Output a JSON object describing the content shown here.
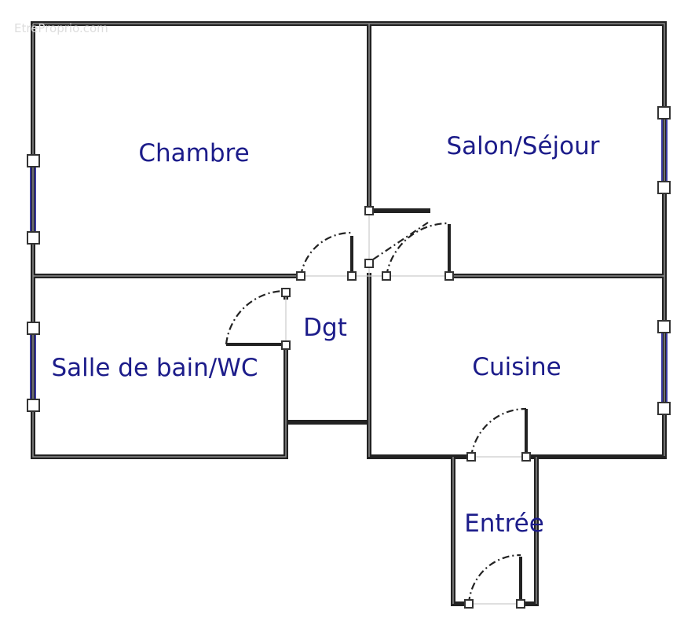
{
  "watermark": "EtreProprio.com",
  "rooms": {
    "chambre": "Chambre",
    "salon": "Salon/Séjour",
    "salle_de_bain": "Salle de bain/WC",
    "dgt": "Dgt",
    "cuisine": "Cuisine",
    "entree": "Entrée"
  },
  "colors": {
    "label": "#1c1c8a",
    "wall": "#222222",
    "window": "#3a3aa0"
  }
}
